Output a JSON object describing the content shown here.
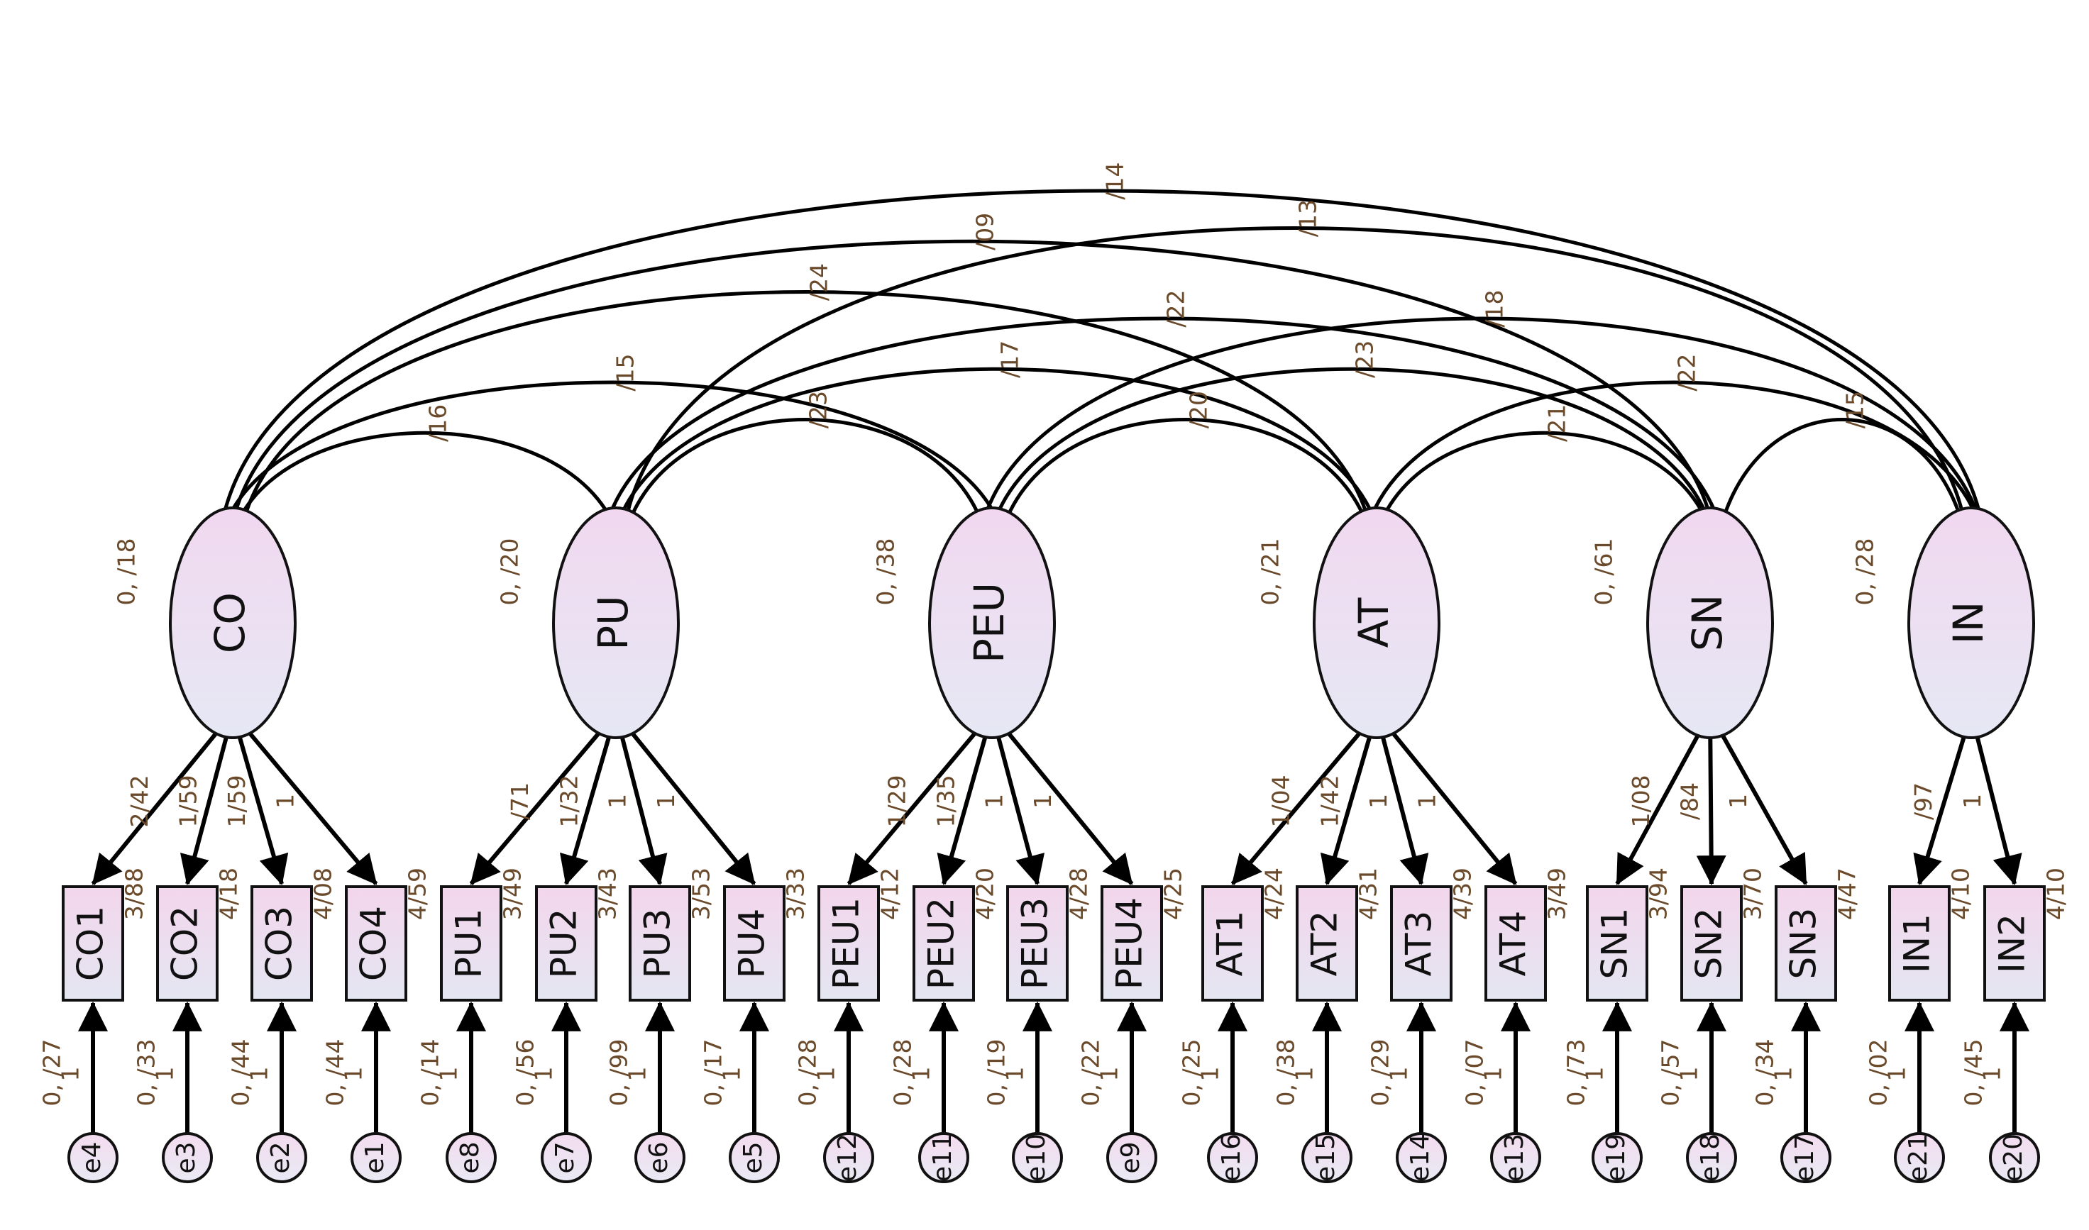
{
  "latent": [
    {
      "id": "CO",
      "label": "CO",
      "variance": "0, /18"
    },
    {
      "id": "PU",
      "label": "PU",
      "variance": "0, /20"
    },
    {
      "id": "PEU",
      "label": "PEU",
      "variance": "0, /38"
    },
    {
      "id": "AT",
      "label": "AT",
      "variance": "0, /21"
    },
    {
      "id": "SN",
      "label": "SN",
      "variance": "0, /61"
    },
    {
      "id": "IN",
      "label": "IN",
      "variance": "0, /28"
    }
  ],
  "observed": [
    {
      "id": "CO1",
      "label": "CO1",
      "parent": "CO",
      "loading": "2/42",
      "intercept": "3/88",
      "error": "e4",
      "error_var": "0, /27",
      "error_path": "1"
    },
    {
      "id": "CO2",
      "label": "CO2",
      "parent": "CO",
      "loading": "1/59",
      "intercept": "4/18",
      "error": "e3",
      "error_var": "0, /33",
      "error_path": "1"
    },
    {
      "id": "CO3",
      "label": "CO3",
      "parent": "CO",
      "loading": "1/59",
      "intercept": "4/08",
      "error": "e2",
      "error_var": "0, /44",
      "error_path": "1"
    },
    {
      "id": "CO4",
      "label": "CO4",
      "parent": "CO",
      "loading": "1",
      "intercept": "4/59",
      "error": "e1",
      "error_var": "0, /44",
      "error_path": "1"
    },
    {
      "id": "PU1",
      "label": "PU1",
      "parent": "PU",
      "loading": "/71",
      "intercept": "3/49",
      "error": "e8",
      "error_var": "0, /14",
      "error_path": "1"
    },
    {
      "id": "PU2",
      "label": "PU2",
      "parent": "PU",
      "loading": "1/32",
      "intercept": "3/43",
      "error": "e7",
      "error_var": "0, /56",
      "error_path": "1"
    },
    {
      "id": "PU3",
      "label": "PU3",
      "parent": "PU",
      "loading": "1",
      "intercept": "3/53",
      "error": "e6",
      "error_var": "0, /99",
      "error_path": "1"
    },
    {
      "id": "PU4",
      "label": "PU4",
      "parent": "PU",
      "loading": "1",
      "intercept": "3/33",
      "error": "e5",
      "error_var": "0, /17",
      "error_path": "1"
    },
    {
      "id": "PEU1",
      "label": "PEU1",
      "parent": "PEU",
      "loading": "1/29",
      "intercept": "4/12",
      "error": "e12",
      "error_var": "0, /28",
      "error_path": "1"
    },
    {
      "id": "PEU2",
      "label": "PEU2",
      "parent": "PEU",
      "loading": "1/35",
      "intercept": "4/20",
      "error": "e11",
      "error_var": "0, /28",
      "error_path": "1"
    },
    {
      "id": "PEU3",
      "label": "PEU3",
      "parent": "PEU",
      "loading": "1",
      "intercept": "4/28",
      "error": "e10",
      "error_var": "0, /19",
      "error_path": "1"
    },
    {
      "id": "PEU4",
      "label": "PEU4",
      "parent": "PEU",
      "loading": "1",
      "intercept": "4/25",
      "error": "e9",
      "error_var": "0, /22",
      "error_path": "1"
    },
    {
      "id": "AT1",
      "label": "AT1",
      "parent": "AT",
      "loading": "1/04",
      "intercept": "4/24",
      "error": "e16",
      "error_var": "0, /25",
      "error_path": "1"
    },
    {
      "id": "AT2",
      "label": "AT2",
      "parent": "AT",
      "loading": "1/42",
      "intercept": "4/31",
      "error": "e15",
      "error_var": "0, /38",
      "error_path": "1"
    },
    {
      "id": "AT3",
      "label": "AT3",
      "parent": "AT",
      "loading": "1",
      "intercept": "4/39",
      "error": "e14",
      "error_var": "0, /29",
      "error_path": "1"
    },
    {
      "id": "AT4",
      "label": "AT4",
      "parent": "AT",
      "loading": "1",
      "intercept": "3/49",
      "error": "e13",
      "error_var": "0, /07",
      "error_path": "1"
    },
    {
      "id": "SN1",
      "label": "SN1",
      "parent": "SN",
      "loading": "1/08",
      "intercept": "3/94",
      "error": "e19",
      "error_var": "0, /73",
      "error_path": "1"
    },
    {
      "id": "SN2",
      "label": "SN2",
      "parent": "SN",
      "loading": "/84",
      "intercept": "3/70",
      "error": "e18",
      "error_var": "0, /57",
      "error_path": "1"
    },
    {
      "id": "SN3",
      "label": "SN3",
      "parent": "SN",
      "loading": "1",
      "intercept": "4/47",
      "error": "e17",
      "error_var": "0, /34",
      "error_path": "1"
    },
    {
      "id": "IN1",
      "label": "IN1",
      "parent": "IN",
      "loading": "/97",
      "intercept": "4/10",
      "error": "e21",
      "error_var": "0, /02",
      "error_path": "1"
    },
    {
      "id": "IN2",
      "label": "IN2",
      "parent": "IN",
      "loading": "1",
      "intercept": "4/10",
      "error": "e20",
      "error_var": "0, /45",
      "error_path": "1"
    }
  ],
  "covariances": [
    {
      "from": "CO",
      "to": "IN",
      "label": "/14"
    },
    {
      "from": "CO",
      "to": "SN",
      "label": "/09"
    },
    {
      "from": "CO",
      "to": "AT",
      "label": "/24"
    },
    {
      "from": "CO",
      "to": "PEU",
      "label": "/15"
    },
    {
      "from": "CO",
      "to": "PU",
      "label": "/16"
    },
    {
      "from": "PU",
      "to": "IN",
      "label": "/13"
    },
    {
      "from": "PU",
      "to": "SN",
      "label": "/22"
    },
    {
      "from": "PU",
      "to": "AT",
      "label": "/17"
    },
    {
      "from": "PU",
      "to": "PEU",
      "label": "/23"
    },
    {
      "from": "PEU",
      "to": "IN",
      "label": "/18"
    },
    {
      "from": "PEU",
      "to": "SN",
      "label": "/23"
    },
    {
      "from": "PEU",
      "to": "AT",
      "label": "/20"
    },
    {
      "from": "AT",
      "to": "IN",
      "label": "/22"
    },
    {
      "from": "AT",
      "to": "SN",
      "label": "/21"
    },
    {
      "from": "SN",
      "to": "IN",
      "label": "/15"
    }
  ],
  "colors": {
    "latent_top": "#f1d8f0",
    "latent_bottom": "#e6e8f4",
    "observed_top": "#f3d6ec",
    "observed_bottom": "#e4e6f2"
  }
}
